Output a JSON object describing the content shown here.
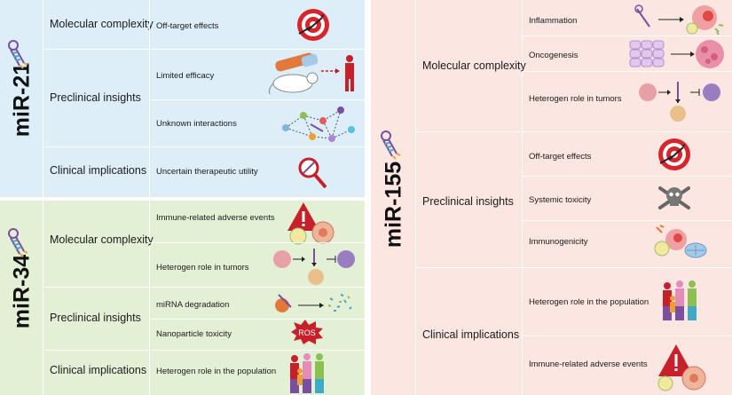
{
  "panels": {
    "mir21": {
      "title": "miR-21",
      "sections": [
        {
          "category": "Molecular complexity",
          "items": [
            "Off-target effects"
          ]
        },
        {
          "category": "Preclinical insights",
          "items": [
            "Limited efficacy",
            "Unknown interactions"
          ]
        },
        {
          "category": "Clinical implications",
          "items": [
            "Uncertain therapeutic utility"
          ]
        }
      ]
    },
    "mir34": {
      "title": "miR-34",
      "sections": [
        {
          "category": "Molecular complexity",
          "items": [
            "Immune-related adverse events",
            "Heterogen role in tumors"
          ]
        },
        {
          "category": "Preclinical insights",
          "items": [
            "miRNA degradation",
            "Nanoparticle toxicity"
          ]
        },
        {
          "category": "Clinical implications",
          "items": [
            "Heterogen role in the population"
          ]
        }
      ],
      "ros_label": "ROS"
    },
    "mir155": {
      "title": "miR-155",
      "sections": [
        {
          "category": "Molecular complexity",
          "items": [
            "Inflammation",
            "Oncogenesis",
            "Heterogen role in tumors"
          ]
        },
        {
          "category": "Preclinical insights",
          "items": [
            "Off-target effects",
            "Systemic toxicity",
            "Immunogenicity"
          ]
        },
        {
          "category": "Clinical implications",
          "items": [
            "Heterogen role in the population",
            "Immune-related adverse events"
          ]
        }
      ]
    }
  },
  "colors": {
    "blue_bg": "#ddeef9",
    "green_bg": "#e4f0d6",
    "pink_bg": "#fbe6e2",
    "target_red": "#d9242b",
    "warning_red": "#c8202a"
  }
}
